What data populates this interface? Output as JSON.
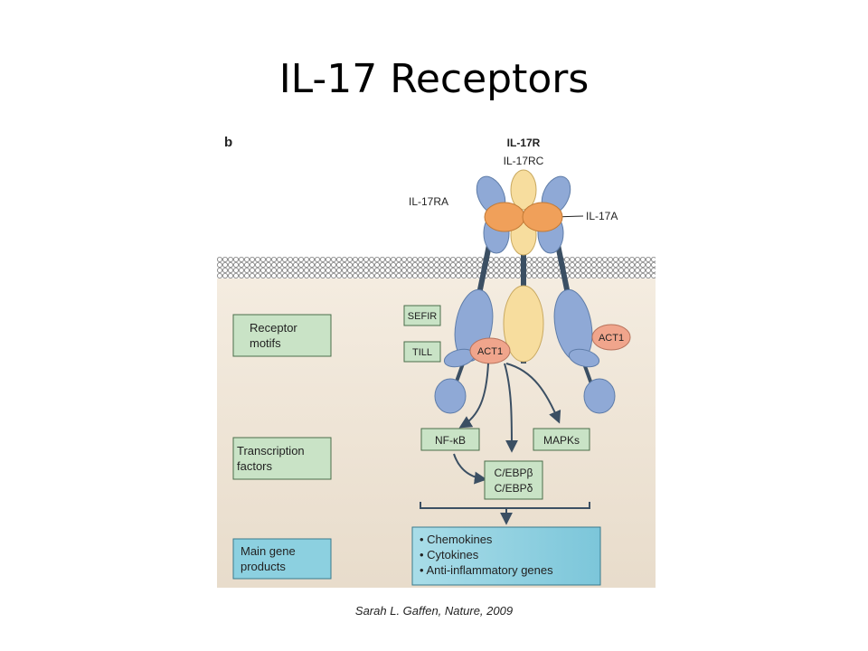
{
  "slide": {
    "title": "IL-17 Receptors"
  },
  "figure": {
    "panel_letter": "b",
    "complex_label": "IL-17R",
    "labels": {
      "il17rc": "IL-17RC",
      "il17ra": "IL-17RA",
      "il17a": "IL-17A"
    },
    "motifs": {
      "sefir": "SEFIR",
      "till": "TILL",
      "act1_left": "ACT1",
      "act1_right": "ACT1"
    },
    "categories": {
      "receptor_motifs": [
        "Receptor",
        "motifs"
      ],
      "transcription_factors": [
        "Transcription",
        "factors"
      ],
      "main_gene_products": [
        "Main gene",
        "products"
      ]
    },
    "factors": {
      "nfkb": "NF-κB",
      "mapks": "MAPKs",
      "cebp_beta": "C/EBPβ",
      "cebp_delta": "C/EBPδ"
    },
    "products": [
      "• Chemokines",
      "• Cytokines",
      "• Anti-inflammatory genes"
    ],
    "colors": {
      "background_top": "#ffffff",
      "cytoplasm_top": "#f4ece0",
      "cytoplasm_bottom": "#e8dccb",
      "blue_domain": "#8fa9d6",
      "orange_ligand": "#f0a05a",
      "yellow_domain": "#f7dd9e",
      "act1": "#f0a58c",
      "green_box": "#c9e3c6",
      "cyan_box": "#8cd0e0",
      "stalk": "#3b4f63"
    }
  },
  "caption": "Sarah L. Gaffen, Nature, 2009"
}
